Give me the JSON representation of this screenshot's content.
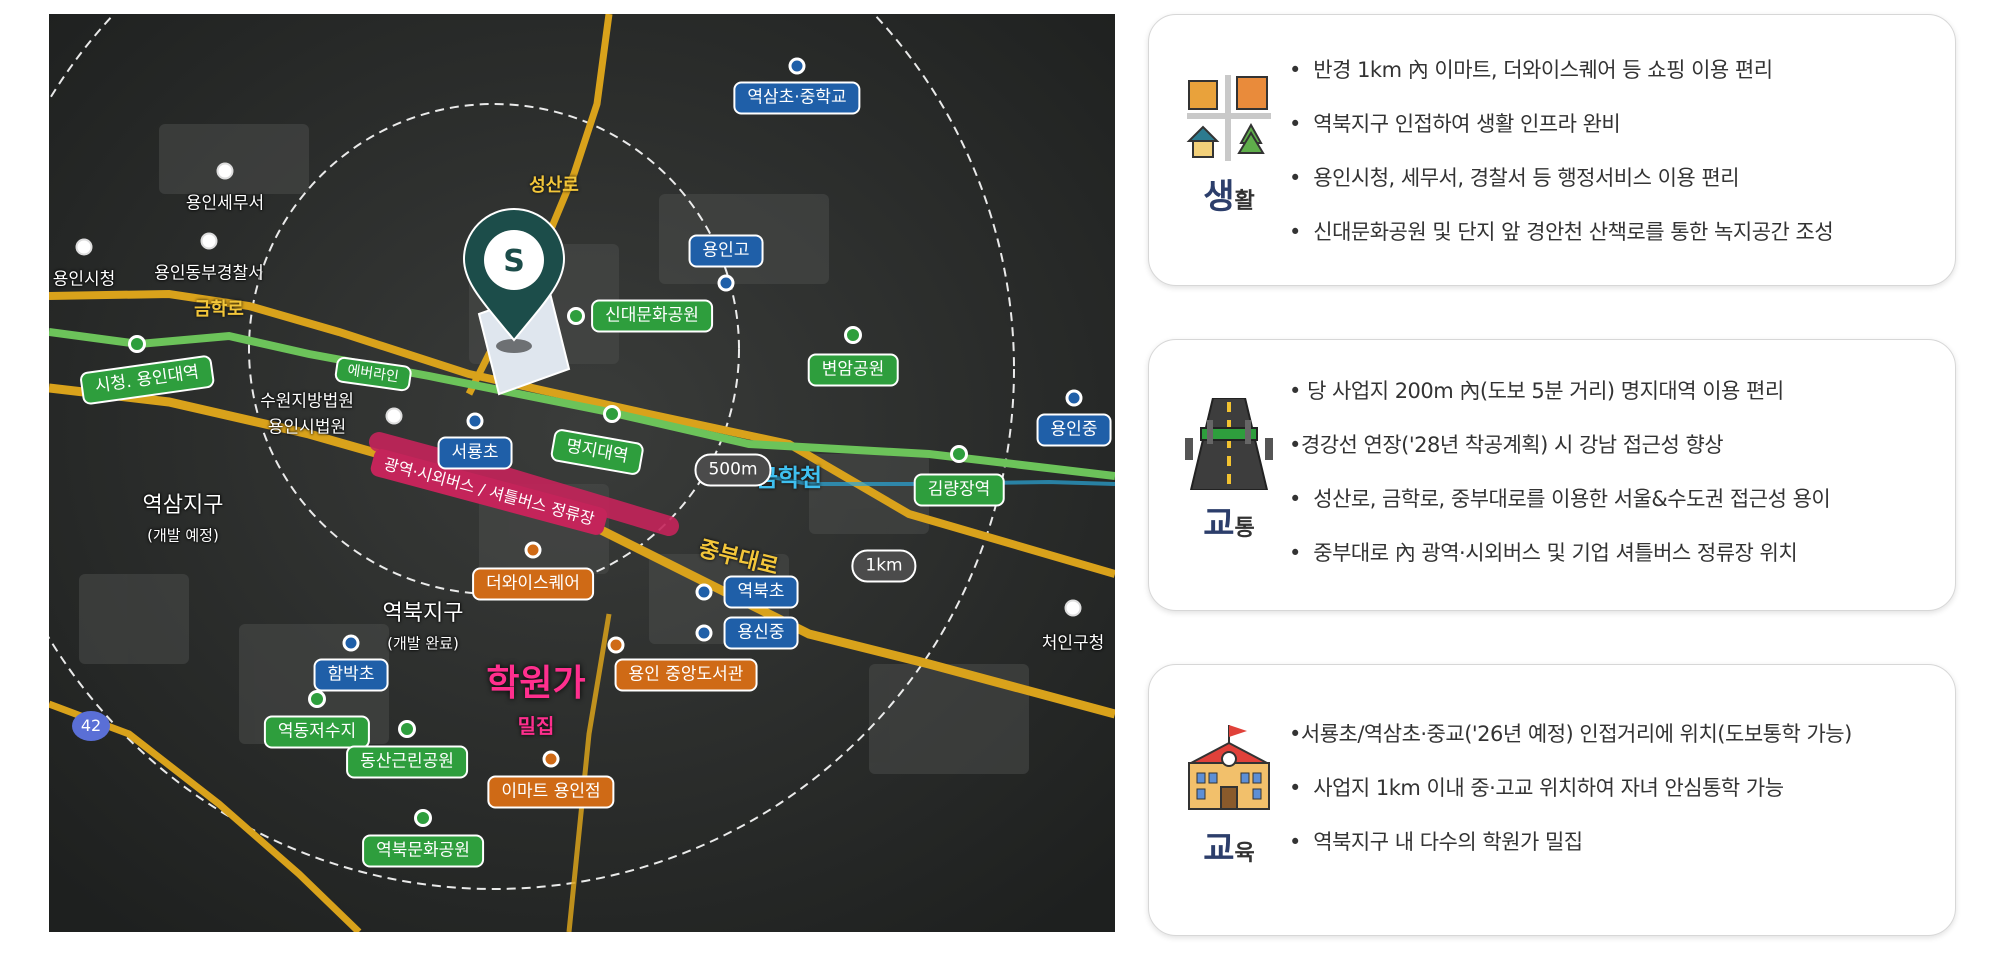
{
  "map": {
    "radius_labels": {
      "r500": "500m",
      "r1k": "1km"
    },
    "road_labels": {
      "seongsan": "성산로",
      "geumhak": "금학로",
      "jungbu": "중부대로",
      "everline": "에버라인"
    },
    "stream_label": "금학천",
    "shuttle_banner": "광역·시외버스 / 셔틀버스 정류장",
    "site_marker": "S",
    "route_badge": "42",
    "academy": {
      "title": "학원가",
      "sub": "밀집"
    },
    "districts": {
      "yeoksam": {
        "name": "역삼지구",
        "note": "(개발 예정)"
      },
      "yeokbuk": {
        "name": "역북지구",
        "note": "(개발 완료)"
      }
    },
    "white_labels": {
      "yongin_tax": "용인세무서",
      "yongin_city_hall": "용인시청",
      "yongin_east_police": "용인동부경찰서",
      "court_1": "수원지방법원",
      "court_2": "용인시법원",
      "cheoin_office": "처인구청"
    },
    "schools": {
      "yeoksam_middle": "역삼초·중학교",
      "yongin_high": "용인고",
      "yongin_middle": "용인중",
      "seoryong": "서룡초",
      "yeokbuk_elem": "역북초",
      "yongsin_middle": "용신중",
      "hambak": "함박초"
    },
    "green_places": {
      "sindae_park": "신대문화공원",
      "byeonam_park": "변암공원",
      "cityhall_station": "시청. 용인대역",
      "myeongji_station": "명지대역",
      "gimnyangjang_station": "김량장역",
      "yeokdong_reservoir": "역동저수지",
      "dongsan_park": "동산근린공원",
      "yeokbuk_park": "역북문화공원"
    },
    "orange_places": {
      "the_wise": "더와이스퀘어",
      "library": "용인 중앙도서관",
      "emart": "이마트 용인점"
    }
  },
  "cards": [
    {
      "icon": "city-life-icon",
      "title_big": "생",
      "title_small": "활",
      "items": [
        "반경 1km 內 이마트, 더와이스퀘어 등 쇼핑 이용 편리",
        "역북지구 인접하여 생활 인프라 완비",
        "용인시청, 세무서, 경찰서 등 행정서비스 이용 편리",
        "신대문화공원 및 단지 앞 경안천 산책로를 통한 녹지공간 조성"
      ]
    },
    {
      "icon": "road-transport-icon",
      "title_big": "교",
      "title_small": "통",
      "items": [
        "당 사업지 200m 內(도보 5분 거리) 명지대역 이용 편리",
        "경강선 연장('28년 착공계획) 시 강남 접근성 향상",
        "성산로, 금학로, 중부대로를 이용한 서울&수도권 접근성 용이",
        "중부대로 內 광역·시외버스 및 기업 셔틀버스 정류장 위치"
      ]
    },
    {
      "icon": "school-building-icon",
      "title_big": "교",
      "title_small": "육",
      "items": [
        "서룡초/역삼초·중교('26년 예정) 인접거리에 위치(도보통학 가능)",
        "사업지 1km 이내 중·고교 위치하여 자녀 안심통학 가능",
        "역북지구 내 다수의 학원가 밀집"
      ]
    }
  ],
  "colors": {
    "school_blue": "#1f5fa8",
    "park_green": "#2e9e3d",
    "amenity_orange": "#cf6a16",
    "road_yellow": "#d9a21b",
    "rail_green": "#6cc35a",
    "shuttle_red": "#c4245a",
    "marker_teal": "#1c4d4a"
  }
}
